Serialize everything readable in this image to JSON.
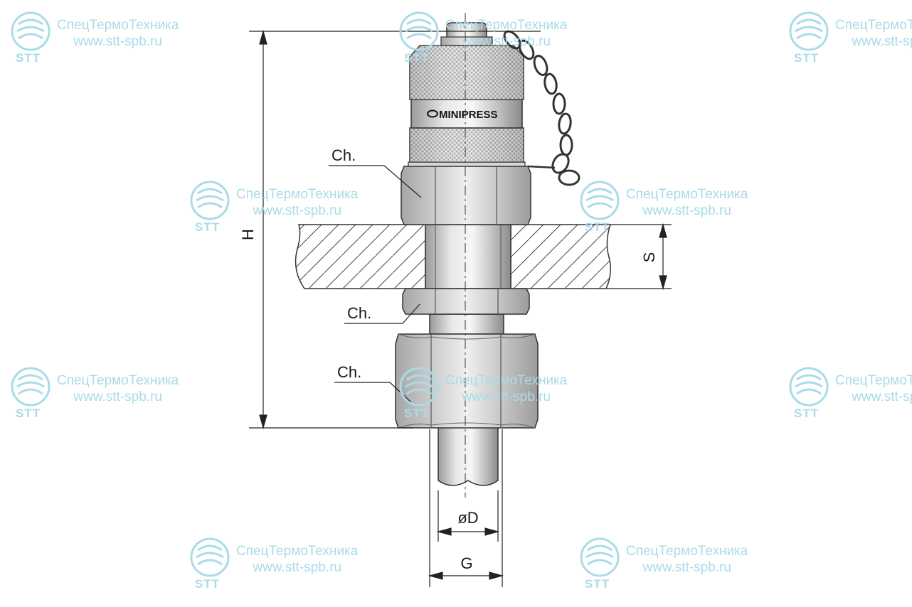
{
  "labels": {
    "height": "H",
    "wall_thickness": "S",
    "hex_top": "Ch.",
    "hex_middle": "Ch.",
    "hex_bottom": "Ch.",
    "diameter": "øD",
    "thread": "G",
    "brand": "MINIPRESS"
  },
  "watermark": {
    "company": "СпецТермоТехника",
    "url": "www.stt-spb.ru",
    "mark": "STT",
    "color": "#a9dbe9"
  }
}
